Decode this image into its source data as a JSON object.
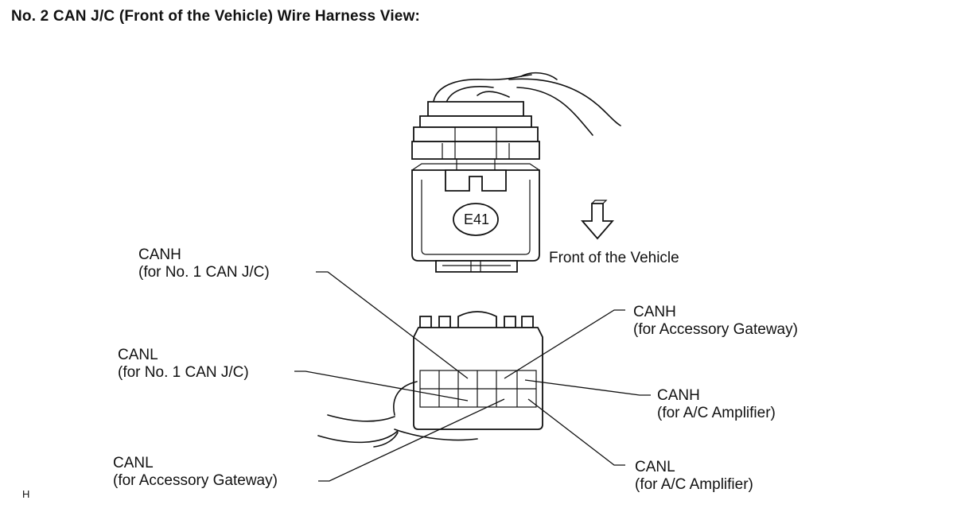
{
  "title": "No. 2 CAN J/C (Front of the Vehicle) Wire Harness View:",
  "connector_code": "E41",
  "direction_label": "Front of the Vehicle",
  "callouts": {
    "canh_no1": {
      "name": "CANH",
      "detail": "(for No. 1 CAN J/C)"
    },
    "canl_no1": {
      "name": "CANL",
      "detail": "(for No. 1 CAN J/C)"
    },
    "canl_gateway": {
      "name": "CANL",
      "detail": "(for Accessory Gateway)"
    },
    "canh_gateway": {
      "name": "CANH",
      "detail": "(for Accessory Gateway)"
    },
    "canh_ac": {
      "name": "CANH",
      "detail": "(for A/C Amplifier)"
    },
    "canl_ac": {
      "name": "CANL",
      "detail": "(for A/C Amplifier)"
    }
  },
  "figure_code": "H"
}
